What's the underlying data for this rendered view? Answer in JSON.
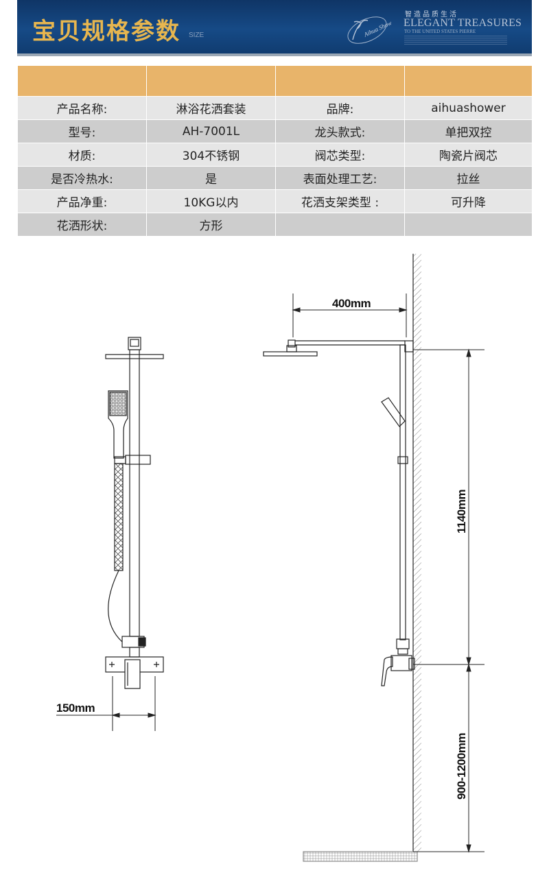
{
  "banner": {
    "title": "宝贝规格参数",
    "subtitle": "SIZE",
    "tagline_cn": "智造品质生活",
    "tagline_en": "ELEGANT TREASURES",
    "tagline_en_small": "TO THE UNITED STATES PIERRE",
    "logo_text": "Aihua Shower"
  },
  "spec_table": {
    "header": [
      "",
      "",
      "",
      ""
    ],
    "rows": [
      [
        "产品名称:",
        "淋浴花洒套装",
        "品牌:",
        "aihuashower"
      ],
      [
        "型号:",
        "AH-7001L",
        "龙头款式:",
        "单把双控"
      ],
      [
        "材质:",
        "304不锈钢",
        "阀芯类型:",
        "陶瓷片阀芯"
      ],
      [
        "是否冷热水:",
        "是",
        "表面处理工艺:",
        "拉丝"
      ],
      [
        "产品净重:",
        "10KG以内",
        "花洒支架类型 :",
        "可升降"
      ],
      [
        "花洒形状:",
        "方形",
        "",
        ""
      ]
    ]
  },
  "drawing": {
    "dim_400": "400mm",
    "dim_150": "150mm",
    "dim_1140": "1140mm",
    "dim_900_1200": "900-1200mm"
  },
  "colors": {
    "banner_bg": "#164a86",
    "title_gold": "#e7b64f",
    "header_gold": "#e8b46a",
    "row_light": "#e6e6e6",
    "row_dark": "#cdcdcd"
  }
}
